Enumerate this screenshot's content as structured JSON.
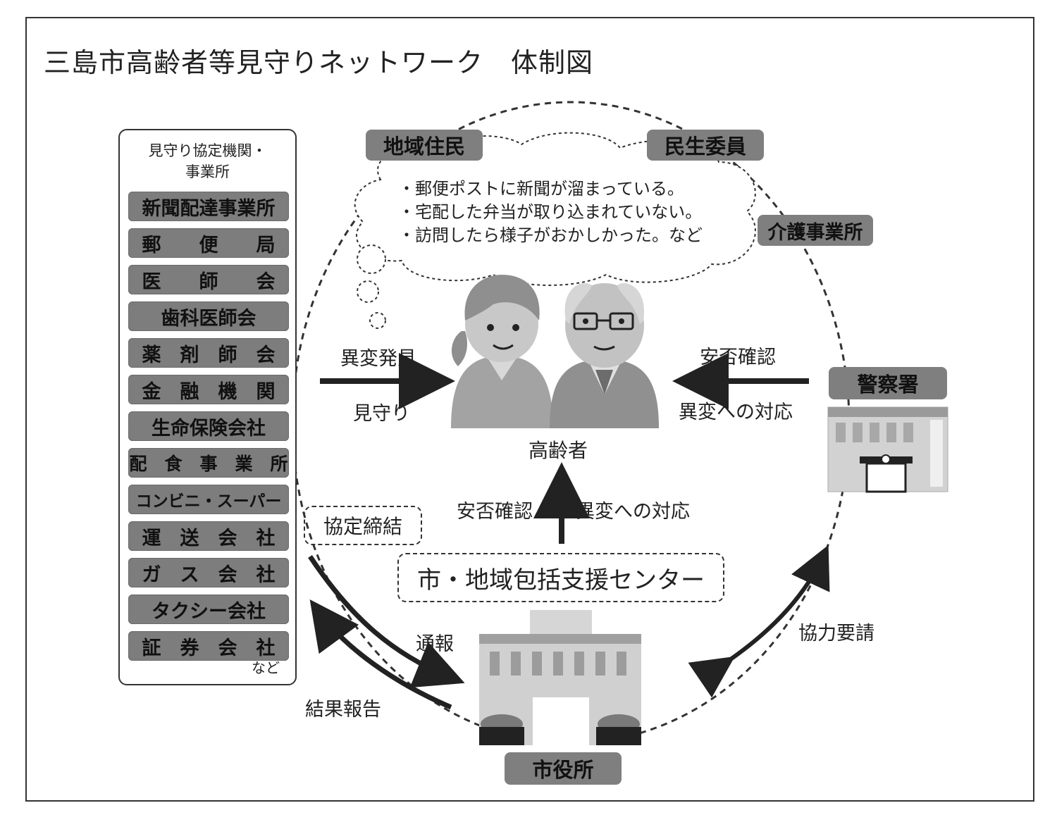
{
  "title": "三島市高齢者等見守りネットワーク　体制図",
  "left_panel": {
    "heading_line1": "見守り協定機関・",
    "heading_line2": "事業所",
    "organizations": [
      "新聞配達事業所",
      "郵　　便　　局",
      "医　　師　　会",
      "歯科医師会",
      "薬　剤　師　会",
      "金　融　機　関",
      "生命保険会社",
      "配　食　事　業　所",
      "コンビニ・スーパー",
      "運　送　会　社",
      "ガ　ス　会　社",
      "タクシー会社",
      "証　券　会　社"
    ],
    "etc": "など"
  },
  "tags": {
    "residents": "地域住民",
    "welfare_commissioner": "民生委員",
    "care_office": "介護事業所",
    "police": "警察署",
    "city_hall": "市役所"
  },
  "cloud": {
    "bullets": [
      "・郵便ポストに新聞が溜まっている。",
      "・宅配した弁当が取り込まれていない。",
      "・訪問したら様子がおかしかった。など"
    ]
  },
  "center_label": "高齢者",
  "labels": {
    "left_arrow_top": "異変発見",
    "left_arrow_bottom": "見守り",
    "right_arrow_top": "安否確認",
    "right_arrow_bottom": "異変への対応",
    "up_arrow_left": "安否確認",
    "up_arrow_right": "異変への対応",
    "agreement": "協定締結",
    "center_box": "市・地域包括支援センター",
    "report": "通報",
    "result_report": "結果報告",
    "cooperation": "協力要請"
  }
}
